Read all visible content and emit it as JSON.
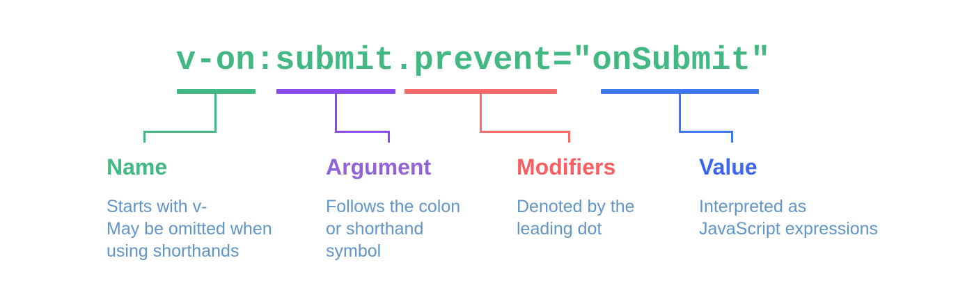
{
  "background": "#ffffff",
  "code": {
    "text": "v-on:submit.prevent=\"onSubmit\"",
    "color": "#42b883"
  },
  "desc_color": "#6194c7",
  "groups": [
    {
      "label": "Name",
      "bar_color": "#42b883",
      "label_color": "#42b883",
      "desc": [
        "Starts with v-",
        "May be omitted when",
        "using shorthands"
      ]
    },
    {
      "label": "Argument",
      "bar_color": "#8a4bf0",
      "label_color": "#9263d6",
      "desc": [
        "Follows the colon",
        "or shorthand",
        "symbol"
      ]
    },
    {
      "label": "Modifiers",
      "bar_color": "#fb6a6a",
      "label_color": "#f75f62",
      "desc": [
        "Denoted by the",
        "leading dot"
      ]
    },
    {
      "label": "Value",
      "bar_color": "#3e78f4",
      "label_color": "#3c66ee",
      "desc": [
        "Interpreted as",
        "JavaScript expressions"
      ]
    }
  ]
}
